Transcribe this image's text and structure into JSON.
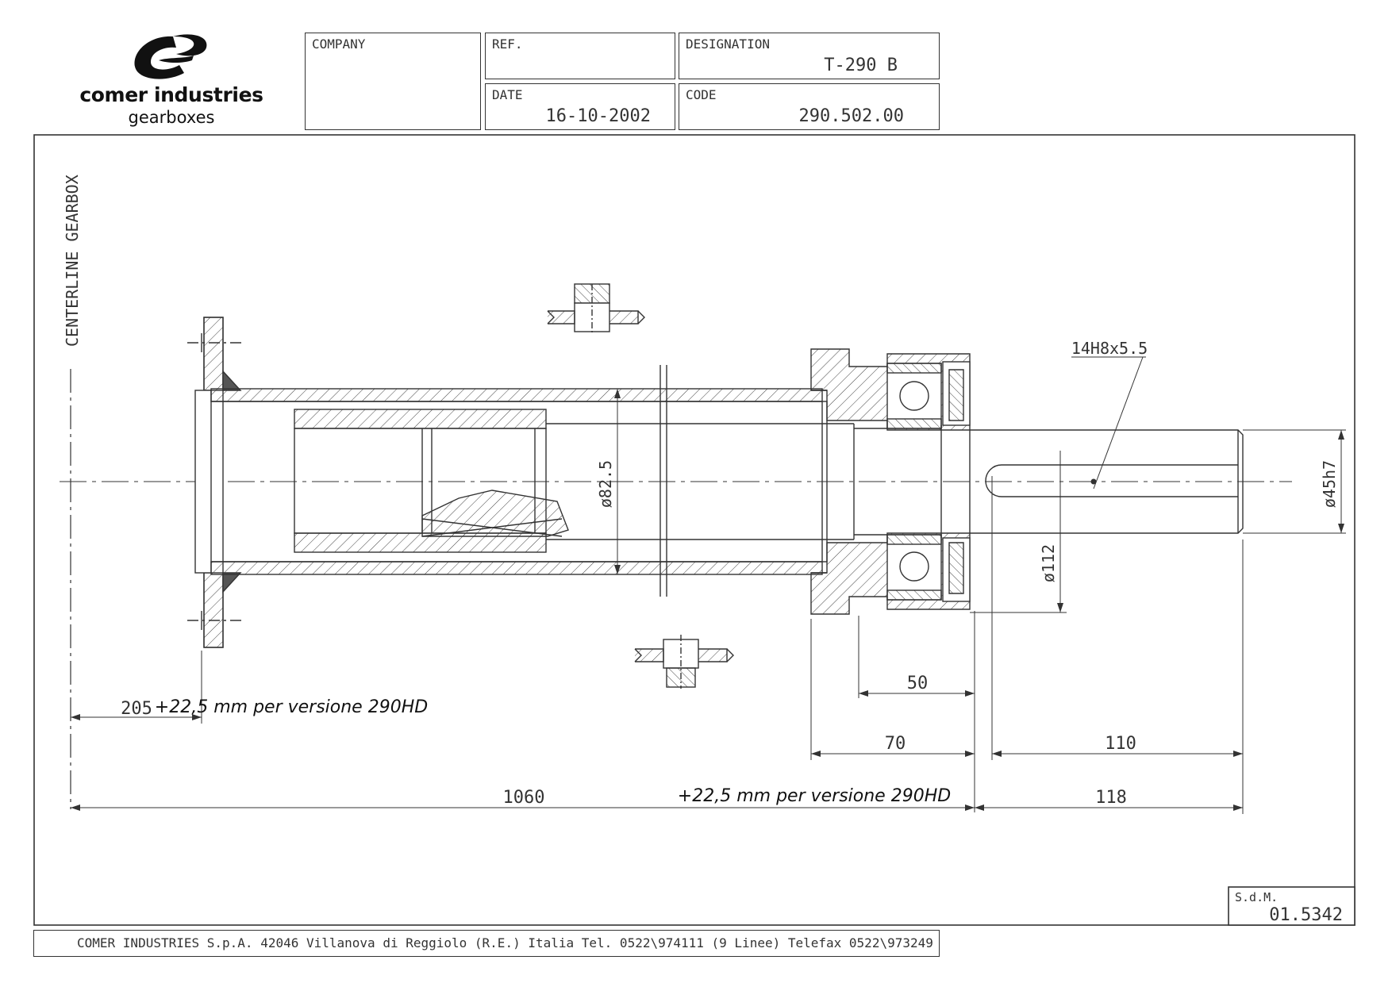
{
  "logo": {
    "name": "comer industries",
    "subtitle": "gearboxes"
  },
  "title_block": {
    "company_label": "COMPANY",
    "company_value": "",
    "ref_label": "REF.",
    "ref_value": "",
    "designation_label": "DESIGNATION",
    "designation_value": "T-290 B",
    "date_label": "DATE",
    "date_value": "16-10-2002",
    "code_label": "CODE",
    "code_value": "290.502.00"
  },
  "drawing": {
    "centerline_label": "CENTERLINE GEARBOX",
    "dimensions": {
      "keyway": "14H8x5.5",
      "bore_diameter": "ø82.5",
      "shaft_diameter": "ø45h7",
      "flange_diameter": "ø112",
      "dim_50": "50",
      "dim_70": "70",
      "dim_110": "110",
      "dim_118": "118",
      "dim_205": "205",
      "dim_1060": "1060"
    },
    "note_205": "+22,5 mm per versione 290HD",
    "note_1060": "+22,5 mm per versione 290HD"
  },
  "sdm": {
    "label": "S.d.M.",
    "value": "01.5342"
  },
  "footer": {
    "text": "COMER INDUSTRIES S.p.A. 42046 Villanova di Reggiolo (R.E.) Italia Tel. 0522\\974111 (9 Linee) Telefax 0522\\973249"
  }
}
